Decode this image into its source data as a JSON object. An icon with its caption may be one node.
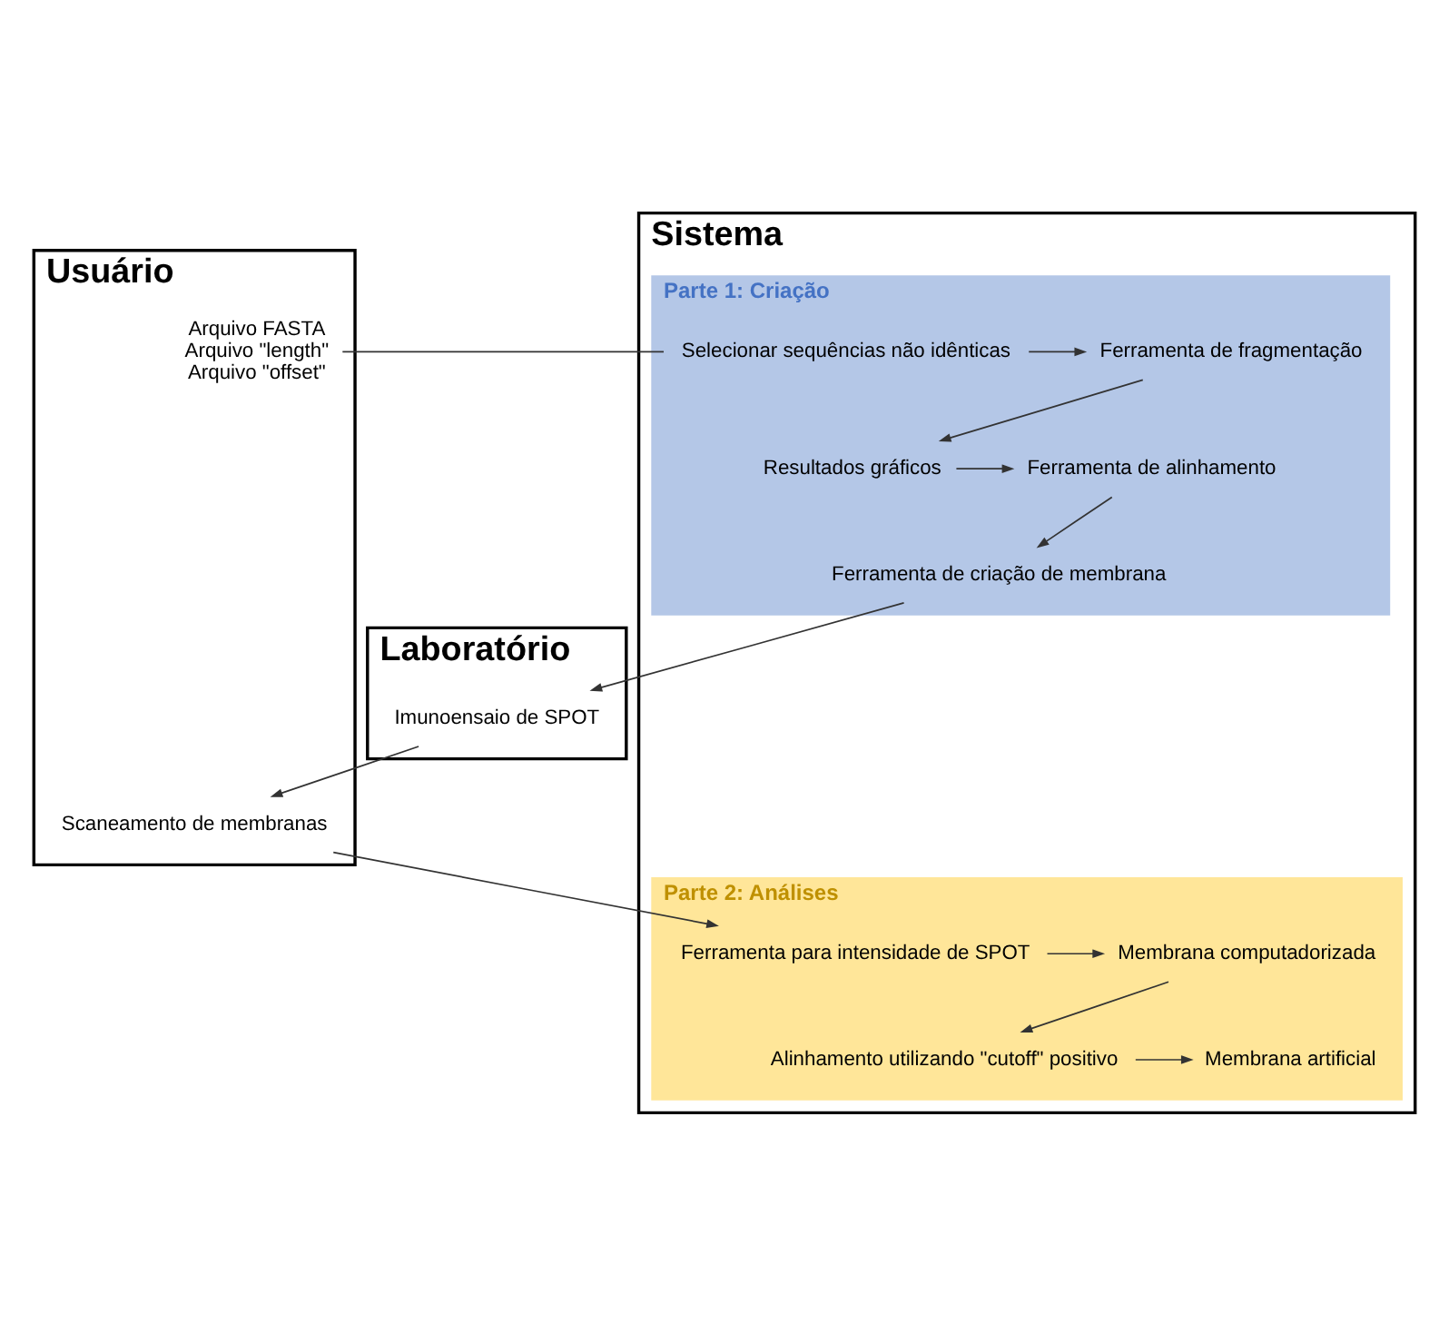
{
  "diagram": {
    "nodes": [
      {
        "text": [
          "Usuário"
        ]
      },
      {
        "text": [
          "Sistema"
        ]
      },
      {
        "text": [
          "Laboratório"
        ]
      },
      {
        "text": [
          "Parte 1: Criação"
        ],
        "in": 1
      },
      {
        "text": [
          "Parte 2: Análises"
        ],
        "in": 1
      },
      {
        "text": [
          "Arquivo FASTA",
          "Arquivo \"length\"",
          "Arquivo \"offset\""
        ],
        "in": 0
      },
      {
        "text": [
          "Selecionar sequências não idênticas"
        ],
        "in": 3
      },
      {
        "text": [
          "Ferramenta de fragmentação"
        ],
        "in": 3
      },
      {
        "text": [
          "Resultados gráficos"
        ],
        "in": 3
      },
      {
        "text": [
          "Ferramenta de alinhamento"
        ],
        "in": 3
      },
      {
        "text": [
          "Ferramenta de criação de membrana"
        ],
        "in": 3
      },
      {
        "text": [
          "Imunoensaio de SPOT"
        ],
        "in": 2
      },
      {
        "text": [
          "Scaneamento de membranas"
        ],
        "in": 0
      },
      {
        "text": [
          "Ferramenta para intensidade de SPOT"
        ],
        "in": 4
      },
      {
        "text": [
          "Membrana computadorizada"
        ],
        "in": 4
      },
      {
        "text": [
          "Alinhamento utilizando \"cutoff\" positivo"
        ],
        "in": 4
      },
      {
        "text": [
          "Membrana artificial"
        ],
        "in": 4
      }
    ],
    "edges": [
      {
        "from": 5,
        "to": 6,
        "arrow": "none"
      },
      {
        "from": 6,
        "to": 7,
        "arrow": "to"
      },
      {
        "from": 7,
        "to": 8,
        "arrow": "to"
      },
      {
        "from": 8,
        "to": 9,
        "arrow": "to"
      },
      {
        "from": 9,
        "to": 10,
        "arrow": "to"
      },
      {
        "from": 10,
        "to": 11,
        "arrow": "to"
      },
      {
        "from": 11,
        "to": 12,
        "arrow": "to"
      },
      {
        "from": 12,
        "to": 13,
        "arrow": "to"
      },
      {
        "from": 13,
        "to": 14,
        "arrow": "to"
      },
      {
        "from": 14,
        "to": 15,
        "arrow": "to"
      },
      {
        "from": 15,
        "to": 16,
        "arrow": "to"
      }
    ]
  }
}
